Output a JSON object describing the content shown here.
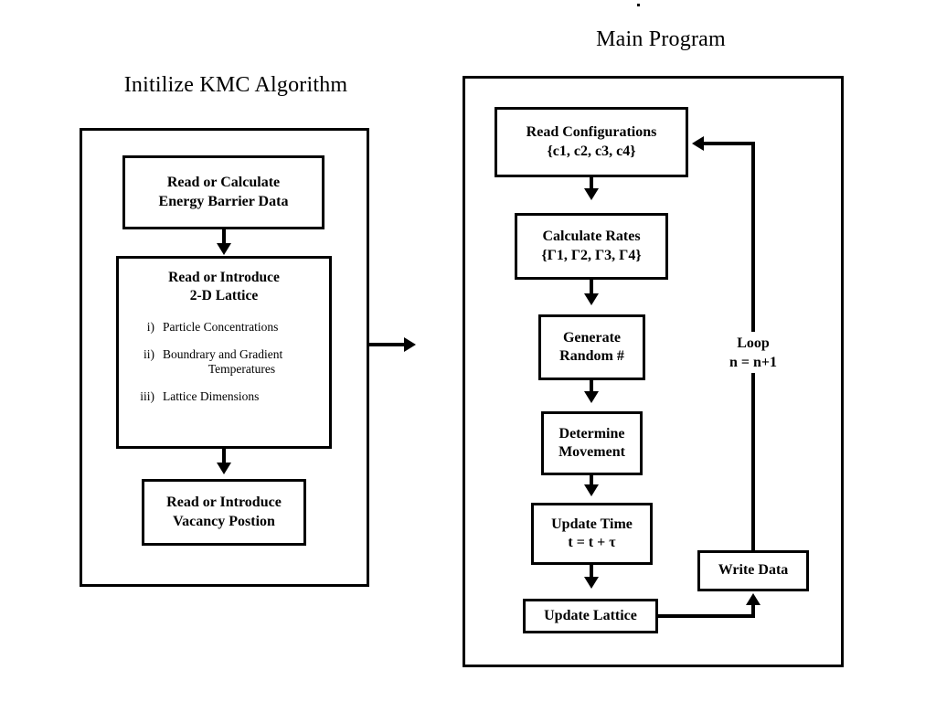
{
  "diagram": {
    "title_left": "Initilize KMC Algorithm",
    "title_right": "Main Program",
    "background": "#ffffff",
    "line_color": "#000000"
  },
  "init_panel": {
    "boxes": {
      "energy": {
        "line1": "Read or Calculate",
        "line2": "Energy Barrier Data"
      },
      "lattice": {
        "line1": "Read or Introduce",
        "line2": "2-D Lattice",
        "items": [
          {
            "num": "i)",
            "text": "Particle Concentrations",
            "cont": ""
          },
          {
            "num": "ii)",
            "text": "Boundrary and Gradient",
            "cont": "Temperatures"
          },
          {
            "num": "iii)",
            "text": "Lattice Dimensions",
            "cont": ""
          }
        ]
      },
      "vacancy": {
        "line1": "Read or Introduce",
        "line2": "Vacancy Postion"
      }
    }
  },
  "main_panel": {
    "boxes": {
      "read_configurations": {
        "line1": "Read Configurations",
        "line2": "{c1, c2, c3, c4}"
      },
      "calculate_rates": {
        "line1": "Calculate Rates",
        "line2": "{Γ1, Γ2, Γ3, Γ4}"
      },
      "generate_random": {
        "line1": "Generate",
        "line2": "Random #"
      },
      "determine_movement": {
        "line1": "Determine",
        "line2": "Movement"
      },
      "update_time": {
        "line1": "Update Time",
        "line2": "t = t + τ"
      },
      "update_lattice": {
        "line1": "Update Lattice",
        "line2": ""
      },
      "write_data": {
        "line1": "Write Data",
        "line2": ""
      }
    },
    "loop_label": {
      "line1": "Loop",
      "line2": "n = n+1"
    }
  }
}
